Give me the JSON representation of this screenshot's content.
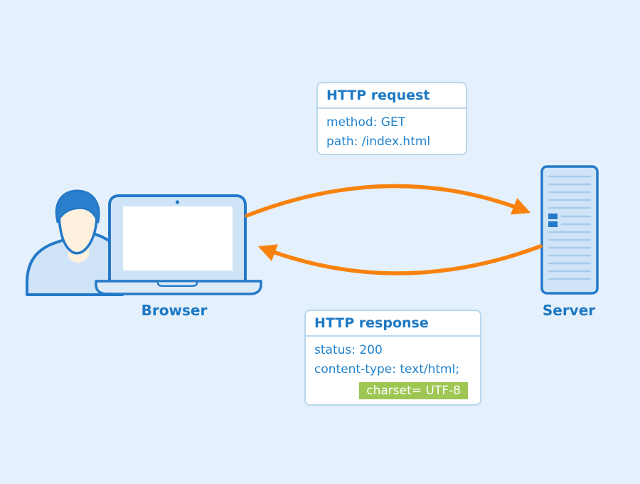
{
  "colors": {
    "background": "#e4f0fc",
    "outline_blue": "#2479c8",
    "fill_light_blue": "#cfe4f7",
    "laptop_base_blue": "#ddebf9",
    "server_line_blue": "#a6cbe9",
    "hair_blue": "#2b80ce",
    "face_cream": "#fdf1dd",
    "text_blue_heading": "#1d78c4",
    "text_blue_body": "#2082cd",
    "box_border_blue": "#b9d7ee",
    "arrow_orange": "#f8820d",
    "badge_green": "#9dc653"
  },
  "request_box": {
    "title": "HTTP request",
    "lines": [
      "method: GET",
      "path: /index.html"
    ]
  },
  "response_box": {
    "title": "HTTP response",
    "lines": [
      "status: 200",
      "content-type: text/html;"
    ],
    "badge": "charset= UTF-8"
  },
  "labels": {
    "browser": "Browser",
    "server": "Server"
  },
  "icons": {
    "person": "person-icon",
    "laptop": "laptop-icon",
    "server": "server-tower-icon",
    "request_arrow": "curved-arrow-right-icon",
    "response_arrow": "curved-arrow-left-icon"
  }
}
